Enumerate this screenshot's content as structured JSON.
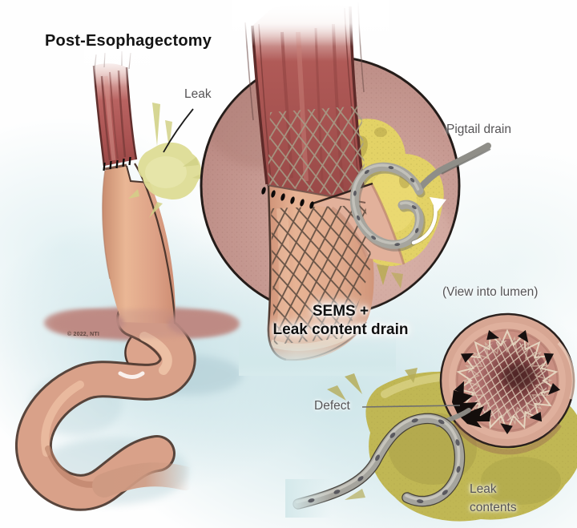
{
  "title": "Post-Esophagectomy",
  "annotations": {
    "leak": "Leak",
    "pigtail_drain": "Pigtail drain",
    "sems": "SEMS +\nLeak content drain",
    "view_into_lumen": "(View into lumen)",
    "defect": "Defect",
    "leak_contents": "Leak\ncontents",
    "copyright": "© 2022, NTI"
  },
  "colors": {
    "background_tint": "#cfe5e9",
    "leak_fluid_yellow": "#e3d266",
    "leak_contents_olive": "#c0b754",
    "tissue_flesh": "#d99c82",
    "esophagus_red": "#a85452",
    "magnified_tissue_pink": "#c79890",
    "drain_gray": "#a5a49d",
    "label_text": "#565456",
    "heading_text": "#141414"
  }
}
